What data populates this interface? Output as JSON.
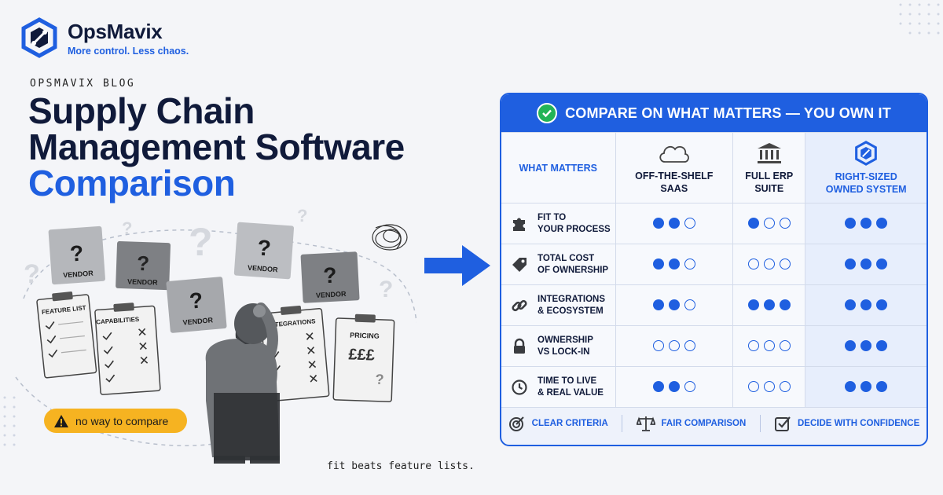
{
  "brand": {
    "name": "OpsMavix",
    "tagline": "More control. Less chaos."
  },
  "eyebrow": "OPSMAVIX BLOG",
  "headline": {
    "line1": "Supply Chain",
    "line2": "Management Software",
    "line3": "Comparison"
  },
  "illustration": {
    "vendor_cards": [
      "VENDOR",
      "VENDOR",
      "VENDOR",
      "VENDOR"
    ],
    "clipboards": [
      "FEATURE LIST",
      "CAPABILITIES",
      "INTEGRATIONS",
      "PRICING"
    ],
    "pricing_symbol": "£££",
    "warning": "no way to compare"
  },
  "caption": "fit beats feature lists.",
  "panel": {
    "title": "COMPARE ON WHAT MATTERS — YOU OWN IT",
    "header_first": "WHAT MATTERS",
    "columns": [
      {
        "line1": "OFF-THE-SHELF",
        "line2": "SAAS",
        "icon": "cloud-icon"
      },
      {
        "line1": "FULL ERP",
        "line2": "SUITE",
        "icon": "bank-icon"
      },
      {
        "line1": "RIGHT-SIZED",
        "line2": "OWNED SYSTEM",
        "icon": "opsmavix-logo-icon"
      }
    ],
    "rows": [
      {
        "line1": "FIT TO",
        "line2": "YOUR PROCESS",
        "icon": "puzzle-icon",
        "scores": [
          2,
          1,
          3
        ]
      },
      {
        "line1": "TOTAL COST",
        "line2": "OF OWNERSHIP",
        "icon": "tag-icon",
        "scores": [
          2,
          0,
          3
        ]
      },
      {
        "line1": "INTEGRATIONS",
        "line2": "& ECOSYSTEM",
        "icon": "link-icon",
        "scores": [
          2,
          3,
          3
        ]
      },
      {
        "line1": "OWNERSHIP",
        "line2": "VS LOCK-IN",
        "icon": "lock-icon",
        "scores": [
          0,
          0,
          3
        ]
      },
      {
        "line1": "TIME TO LIVE",
        "line2": "& REAL VALUE",
        "icon": "clock-icon",
        "scores": [
          2,
          0,
          3
        ]
      }
    ],
    "score_max": 3,
    "footer": [
      {
        "label": "CLEAR CRITERIA",
        "icon": "target-icon"
      },
      {
        "label": "FAIR COMPARISON",
        "icon": "scale-icon"
      },
      {
        "label": "DECIDE WITH CONFIDENCE",
        "icon": "checkbox-icon"
      }
    ]
  },
  "colors": {
    "accent": "#1f5fe0",
    "navy": "#101a3a",
    "warning": "#f6b321",
    "success": "#22b457"
  }
}
